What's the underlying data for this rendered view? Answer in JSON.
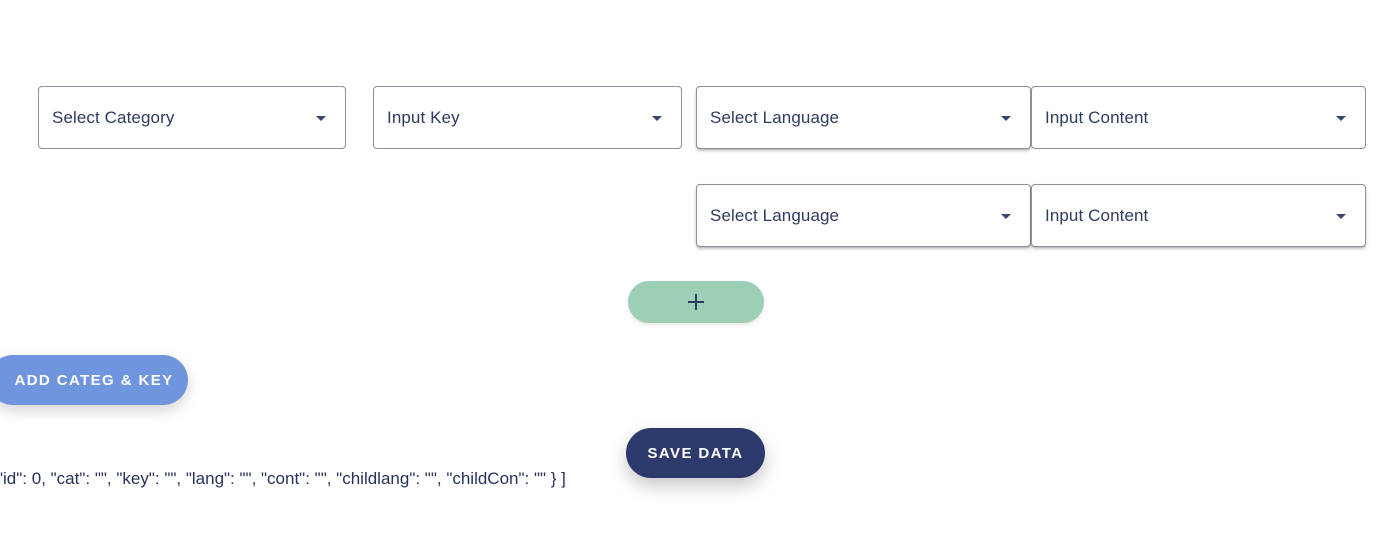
{
  "row1": {
    "category": {
      "label": "Select Category"
    },
    "key": {
      "label": "Input Key"
    },
    "language": {
      "label": "Select Language"
    },
    "content": {
      "label": "Input Content"
    }
  },
  "row2": {
    "language": {
      "label": "Select Language"
    },
    "content": {
      "label": "Input Content"
    }
  },
  "buttons": {
    "add_row_symbol": "+",
    "add_category_key": "ADD CATEG & KEY",
    "save_data": "SAVE DATA"
  },
  "output_text": "\"id\": 0, \"cat\": \"\", \"key\": \"\", \"lang\": \"\", \"cont\": \"\", \"childlang\": \"\", \"childCon\": \"\" } ]",
  "colors": {
    "text": "#2e3a5f",
    "add_row_button": "#9ccfb6",
    "add_category_button": "#6e95de",
    "save_button": "#2d3a6c",
    "field_border": "#8d8f99"
  },
  "icons": {
    "dropdown": "caret-down-icon",
    "add": "plus-icon"
  }
}
